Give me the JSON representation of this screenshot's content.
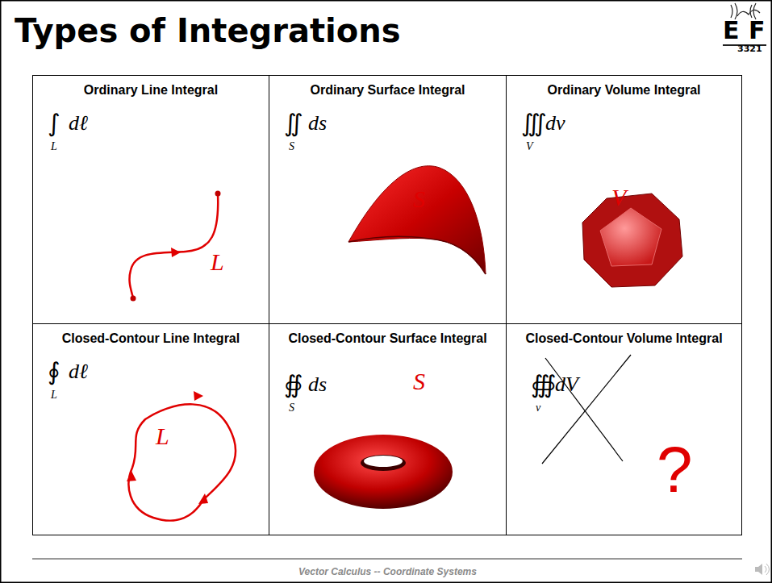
{
  "diagram": {
    "title": "Types of Integrations",
    "caption": "Vector Calculus -- Coordinate Systems",
    "nodes": [
      {
        "text": [
          "Ordinary Line Integral",
          "∫",
          "dℓ",
          "L",
          "L"
        ]
      },
      {
        "text": [
          "Ordinary Surface Integral",
          "∬",
          "ds",
          "S",
          "S"
        ]
      },
      {
        "text": [
          "Ordinary Volume Integral",
          "∭",
          "dv",
          "V",
          "V"
        ]
      },
      {
        "text": [
          "Closed-Contour Line Integral",
          "∮",
          "dℓ",
          "L",
          "L"
        ]
      },
      {
        "text": [
          "Closed-Contour Surface Integral",
          "∯",
          "ds",
          "S",
          "S"
        ]
      },
      {
        "text": [
          "Closed-Contour Volume Integral",
          "∰",
          "dV",
          "v",
          "?"
        ]
      }
    ],
    "labels": [
      "E",
      "F",
      "3321"
    ]
  }
}
